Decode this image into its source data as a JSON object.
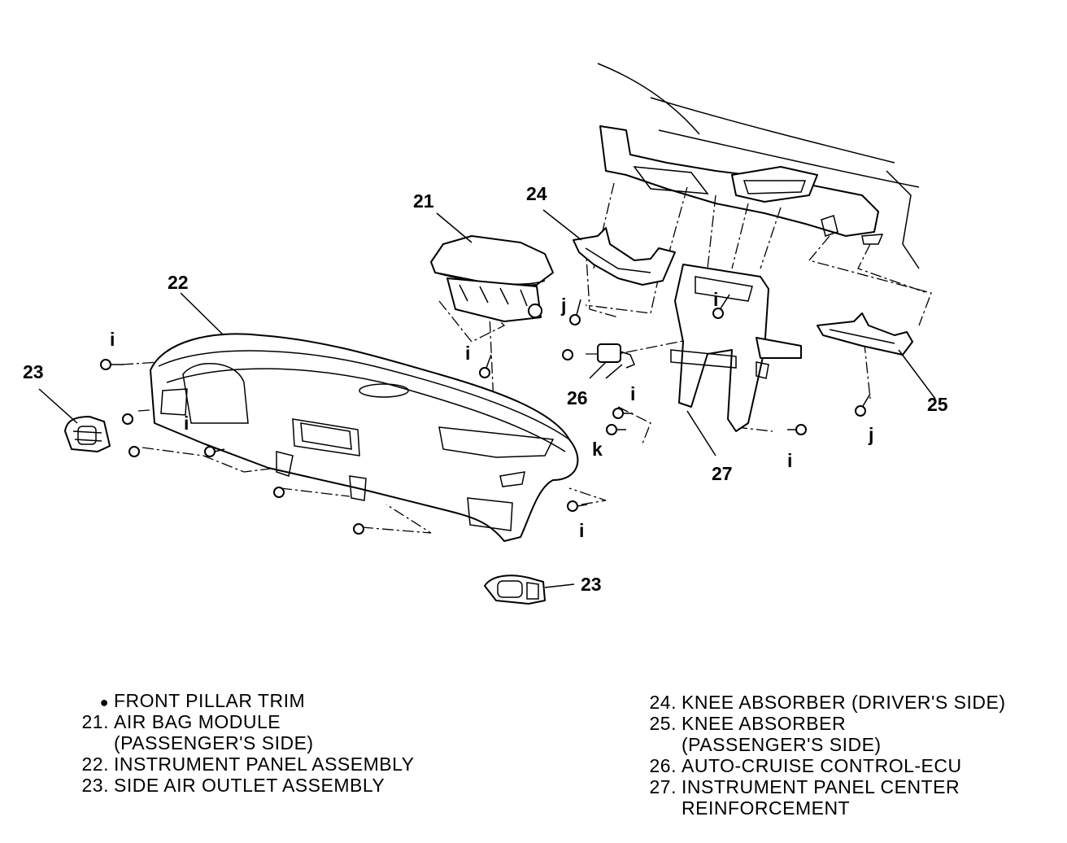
{
  "callouts": {
    "c21": "21",
    "c22": "22",
    "c23a": "23",
    "c23b": "23",
    "c24": "24",
    "c25": "25",
    "c26": "26",
    "c27": "27",
    "i1": "i",
    "i2": "i",
    "i3": "i",
    "i4": "i",
    "i5": "i",
    "i6": "i",
    "i7": "i",
    "j1": "j",
    "j2": "j",
    "k1": "k"
  },
  "legend": {
    "left": [
      {
        "marker": "●",
        "text": "FRONT PILLAR TRIM"
      },
      {
        "marker": "21.",
        "text": "AIR BAG MODULE"
      },
      {
        "marker": "",
        "text": "(PASSENGER'S SIDE)"
      },
      {
        "marker": "22.",
        "text": "INSTRUMENT PANEL ASSEMBLY"
      },
      {
        "marker": "23.",
        "text": "SIDE AIR OUTLET ASSEMBLY"
      }
    ],
    "right": [
      {
        "marker": "24.",
        "text": "KNEE ABSORBER (DRIVER'S SIDE)"
      },
      {
        "marker": "25.",
        "text": "KNEE ABSORBER"
      },
      {
        "marker": "",
        "text": "(PASSENGER'S SIDE)"
      },
      {
        "marker": "26.",
        "text": "AUTO-CRUISE CONTROL-ECU"
      },
      {
        "marker": "27.",
        "text": "INSTRUMENT PANEL CENTER"
      },
      {
        "marker": "",
        "text": "REINFORCEMENT"
      }
    ]
  }
}
